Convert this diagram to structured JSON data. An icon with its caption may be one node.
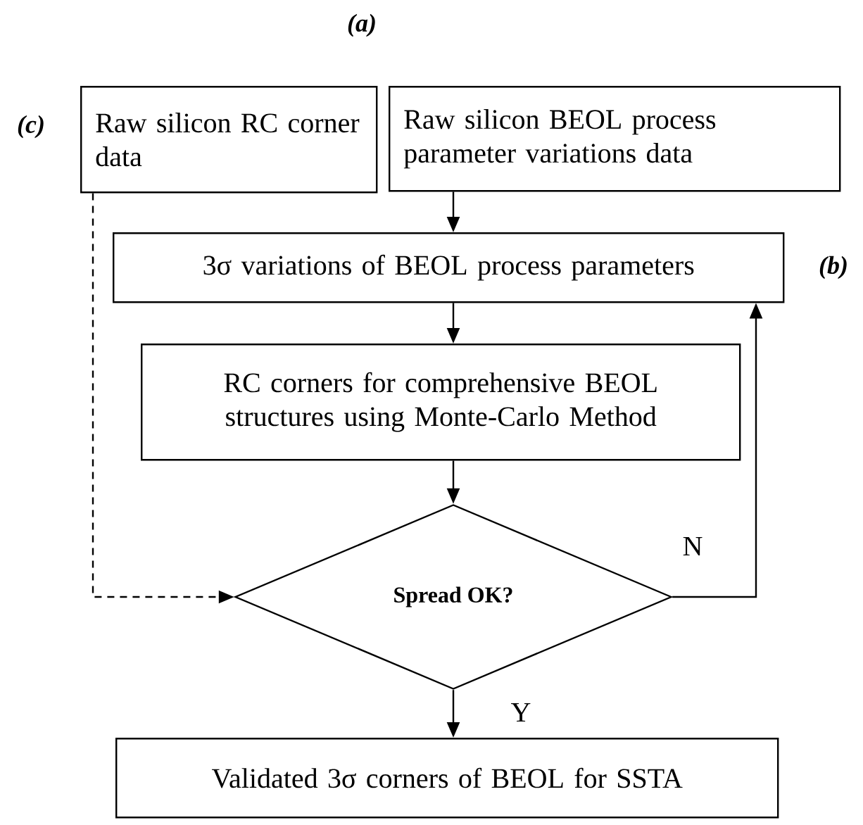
{
  "diagram": {
    "nodes": [
      {
        "text": [
          "Raw silicon RC corner data"
        ]
      },
      {
        "text": [
          "Raw silicon BEOL process parameter variations data"
        ]
      },
      {
        "text": [
          "3σ variations of BEOL process parameters"
        ]
      },
      {
        "text": [
          "RC corners for comprehensive BEOL structures using Monte-Carlo Method"
        ]
      },
      {
        "text": [
          "Spread OK?"
        ]
      },
      {
        "text": [
          "Validated 3σ corners of BEOL for SSTA"
        ]
      }
    ],
    "edges": [
      {
        "from": 1,
        "to": 2,
        "arrow": "to"
      },
      {
        "from": 2,
        "to": 3,
        "arrow": "to"
      },
      {
        "from": 3,
        "to": 4,
        "arrow": "to"
      },
      {
        "from": 4,
        "to": 5,
        "arrow": "to",
        "label": "Y"
      },
      {
        "from": 4,
        "to": 2,
        "arrow": "to",
        "label": "N"
      },
      {
        "from": 0,
        "to": 4,
        "arrow": "to",
        "style": "dashed"
      }
    ],
    "labels": [
      "(a)",
      "(b)",
      "(c)"
    ]
  }
}
